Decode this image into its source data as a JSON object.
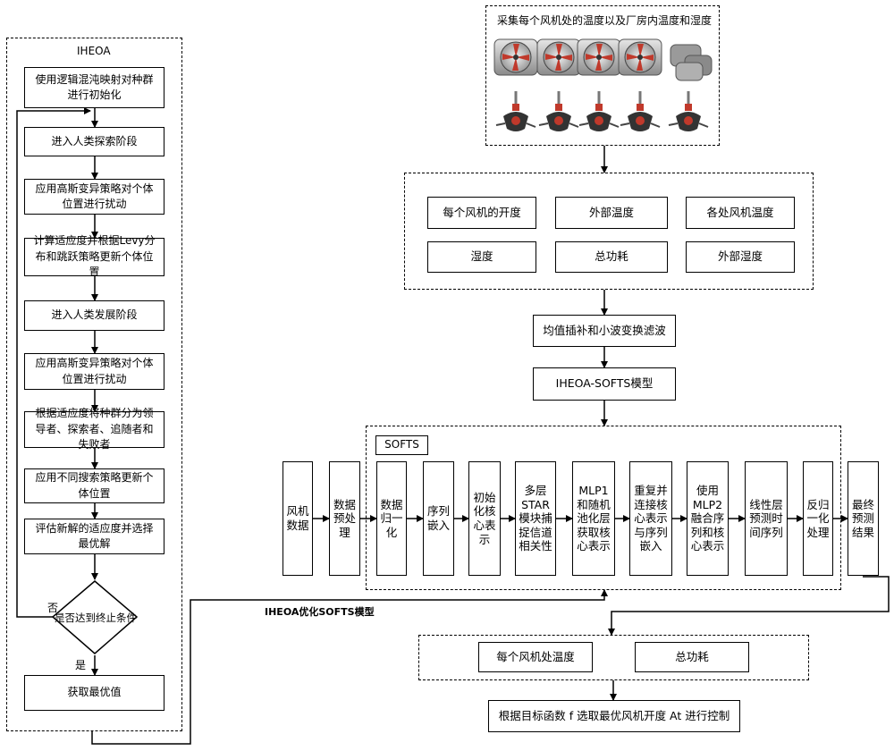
{
  "ihoea": {
    "title": "IHEOA",
    "steps": [
      "使用逻辑混沌映射对种群进行初始化",
      "进入人类探索阶段",
      "应用高斯变异策略对个体位置进行扰动",
      "计算适应度并根据Levy分布和跳跃策略更新个体位置",
      "进入人类发展阶段",
      "应用高斯变异策略对个体位置进行扰动",
      "根据适应度将种群分为领导者、探索者、追随者和失败者",
      "应用不同搜索策略更新个体位置",
      "评估新解的适应度并选择最优解"
    ],
    "decision": "是否达到终止条件",
    "no_label": "否",
    "yes_label": "是",
    "result": "获取最优值"
  },
  "sensors": {
    "title": "采集每个风机处的温度以及厂房内温度和湿度"
  },
  "inputs": [
    "每个风机的开度",
    "外部温度",
    "各处风机温度",
    "湿度",
    "总功耗",
    "外部湿度"
  ],
  "preprocess": "均值插补和小波变换滤波",
  "model": "IHEOA-SOFTS模型",
  "optimize_label": "IHEOA优化SOFTS模型",
  "softs": {
    "title": "SOFTS",
    "outer_left": [
      "风机数据",
      "数据预处理"
    ],
    "steps": [
      "数据归一化",
      "序列嵌入",
      "初始化核心表示",
      "多层STAR模块捕捉信道相关性",
      "MLP1和随机池化层获取核心表示",
      "重复并连接核心表示与序列嵌入",
      "使用MLP2融合序列和核心表示",
      "线性层预测时间序列",
      "反归一化处理"
    ],
    "outer_right": "最终预测结果"
  },
  "outputs": [
    "每个风机处温度",
    "总功耗"
  ],
  "control": "根据目标函数 f 选取最优风机开度 At 进行控制"
}
